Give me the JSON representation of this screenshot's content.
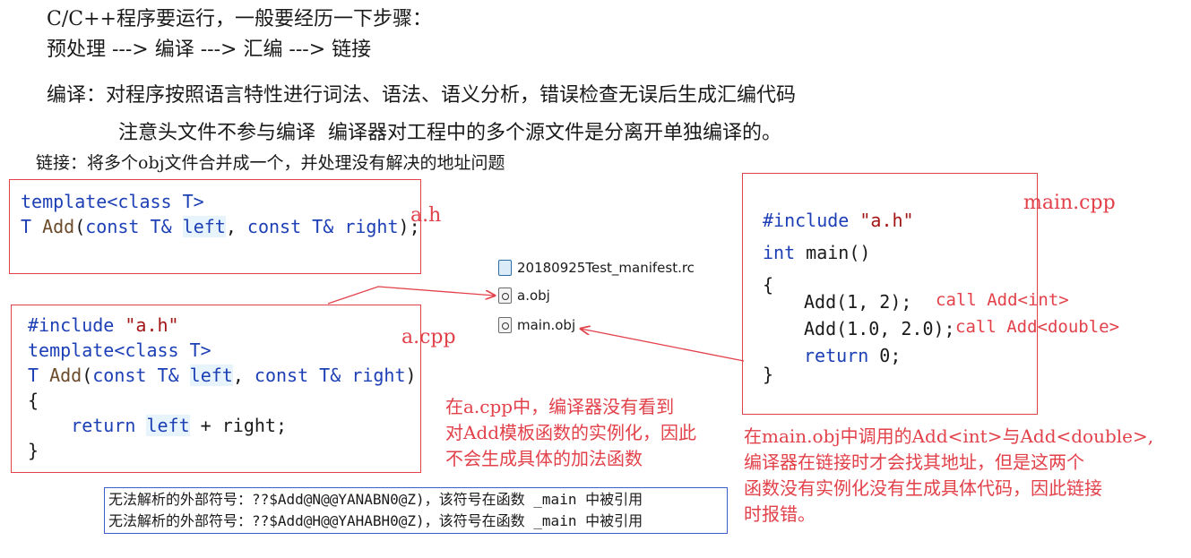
{
  "intro": {
    "line1": "C/C++程序要运行，一般要经历一下步骤：",
    "line2": "预处理 ---> 编译 ---> 汇编 ---> 链接",
    "compile": "编译：对程序按照语言特性进行词法、语法、语义分析，错误检查无误后生成汇编代码",
    "note": "注意头文件不参与编译  编译器对工程中的多个源文件是分离开单独编译的。",
    "link": "链接：将多个obj文件合并成一个，并处理没有解决的地址问题"
  },
  "a_h": {
    "label": "a.h",
    "line1_kw": "template",
    "line1_rest": "<class T>",
    "line2": {
      "t": "T ",
      "fn": "Add",
      "p1": "(",
      "const1": "const",
      "mid1": " T& ",
      "left": "left",
      "mid2": ", ",
      "const2": "const",
      "mid3": " T& ",
      "right": "right",
      "end": ");"
    }
  },
  "a_cpp": {
    "label": "a.cpp",
    "include_kw": "#include",
    "include_str": " \"a.h\"",
    "template_kw": "template",
    "template_rest": "<class T>",
    "sig": {
      "t": "T ",
      "fn": "Add",
      "p1": "(",
      "const1": "const",
      "mid1": " T& ",
      "left": "left",
      "mid2": ", ",
      "const2": "const",
      "mid3": " T& ",
      "right": "right",
      "end": ")"
    },
    "open_brace": "{",
    "return_kw": "return",
    "left": "left",
    "return_rest": " + right;",
    "close_brace": "}"
  },
  "main_cpp": {
    "label": "main.cpp",
    "include_kw": "#include",
    "include_str": " \"a.h\"",
    "int_kw": "int",
    "main_rest": " main()",
    "open_brace": "{",
    "call1": "Add(1, 2);",
    "call1_note": "call Add<int>",
    "call2": "Add(1.0, 2.0);",
    "call2_note": "call Add<double>",
    "return_kw": "return",
    "return_rest": " 0;",
    "close_brace": "}"
  },
  "files": [
    {
      "name": "20180925Test_manifest.rc",
      "icon": "rc-file-icon"
    },
    {
      "name": "a.obj",
      "icon": "obj-file-icon"
    },
    {
      "name": "main.obj",
      "icon": "obj-file-icon"
    }
  ],
  "annotation_acpp": {
    "line1": "在a.cpp中，编译器没有看到",
    "line2": "对Add模板函数的实例化，因此",
    "line3": "不会生成具体的加法函数"
  },
  "annotation_main": {
    "line1": "在main.obj中调用的Add<int>与Add<double>,",
    "line2": "编译器在链接时才会找其地址，但是这两个",
    "line3": "函数没有实例化没有生成具体代码，因此链接",
    "line4": "时报错。"
  },
  "errors": [
    "无法解析的外部符号：??$Add@N@@YANABN0@Z)，该符号在函数 _main 中被引用",
    "无法解析的外部符号：??$Add@H@@YAHABH0@Z)，该符号在函数 _main 中被引用"
  ],
  "colors": {
    "red": "#e2414a",
    "keyword_blue": "#1c3fb5",
    "error_box_blue": "#3b5fc8"
  }
}
